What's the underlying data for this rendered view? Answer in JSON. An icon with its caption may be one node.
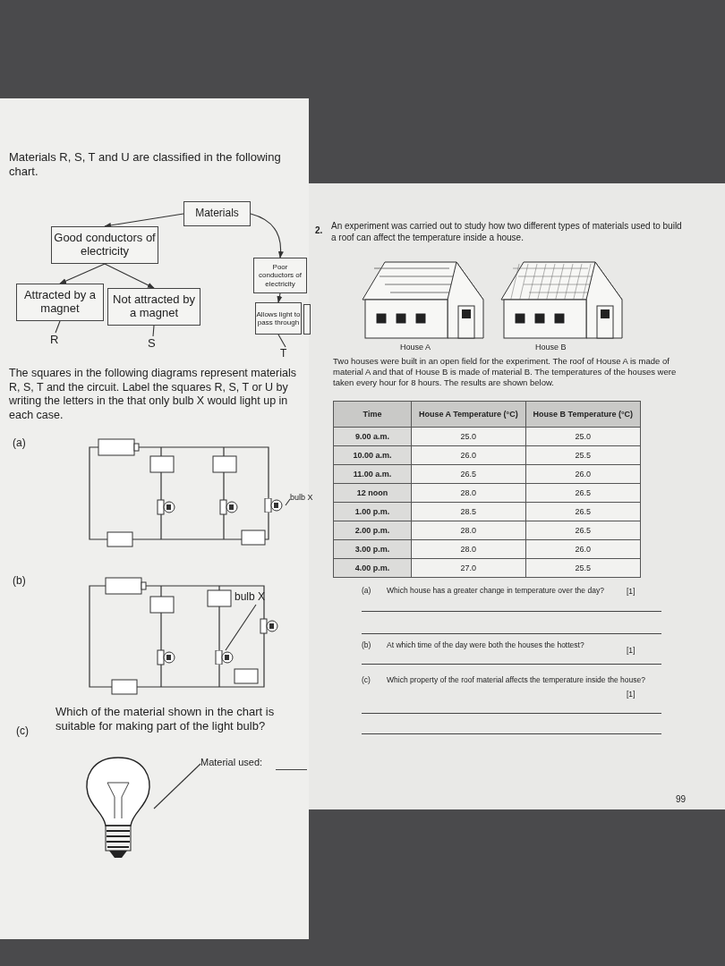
{
  "diagram": {
    "nodes": [
      {
        "text": [
          "Materials"
        ]
      },
      {
        "text": [
          "Good conductors of electricity"
        ]
      },
      {
        "text": [
          "Poor conductors of electricity"
        ]
      },
      {
        "text": [
          "Attracted by a magnet"
        ]
      },
      {
        "text": [
          "Not attracted by a magnet"
        ]
      },
      {
        "text": [
          "Allows light to pass through"
        ]
      },
      {
        "text": [],
        "shape": "box"
      },
      {
        "text": [
          "R"
        ]
      },
      {
        "text": [
          "S"
        ]
      },
      {
        "text": [
          "T"
        ]
      },
      {
        "text": [
          "bulb X"
        ]
      },
      {
        "text": [],
        "shape": "picture"
      },
      {
        "text": [
          "bulb X"
        ]
      },
      {
        "text": [],
        "shape": "picture"
      },
      {
        "text": [
          "Material used:"
        ]
      },
      {
        "text": [],
        "shape": "picture"
      }
    ],
    "edges": [
      {
        "from": 0,
        "to": 1,
        "arrow": "to"
      },
      {
        "from": 0,
        "to": 2,
        "arrow": "to"
      },
      {
        "from": 1,
        "to": 3,
        "arrow": "to"
      },
      {
        "from": 1,
        "to": 4,
        "arrow": "to"
      },
      {
        "from": 2,
        "to": 5,
        "arrow": "to"
      },
      {
        "from": 3,
        "to": 7,
        "arrow": "none"
      },
      {
        "from": 4,
        "to": 8,
        "arrow": "none"
      },
      {
        "from": 5,
        "to": 9,
        "arrow": "none"
      },
      {
        "from": 10,
        "to": 11,
        "arrow": "none"
      },
      {
        "from": 12,
        "to": 13,
        "arrow": "none"
      },
      {
        "from": 14,
        "to": 15,
        "arrow": "none"
      }
    ],
    "labels": [
      "Materials R, S, T and U are classified in the following chart.",
      "The squares in the following diagrams represent materials R, S, T and the circuit. Label the squares R, S, T or U by writing the letters in the that only bulb X would light up in each case.",
      "(a)",
      "(b)",
      "(c)",
      "Which of the material shown in the chart is suitable for making part of the light bulb?",
      "2.",
      "An experiment was carried out to study how two different types of materials used to build a roof can affect the temperature inside a house.",
      "House A",
      "House B",
      "Two houses were built in an open field for the experiment. The roof of House A is made of material A and that of House B is made of material B. The temperatures of the houses were taken every hour for 8 hours. The results are shown below.",
      "Time",
      "House A Temperature (°C)",
      "House B Temperature (°C)",
      "9.00 a.m.",
      "25.0",
      "25.0",
      "10.00 a.m.",
      "26.0",
      "25.5",
      "11.00 a.m.",
      "26.5",
      "26.0",
      "12 noon",
      "28.0",
      "26.5",
      "1.00 p.m.",
      "28.5",
      "26.5",
      "2.00 p.m.",
      "28.0",
      "26.5",
      "3.00 p.m.",
      "28.0",
      "26.0",
      "4.00 p.m.",
      "27.0",
      "25.5",
      "(a)",
      "Which house has a greater change in temperature over the day?",
      "[1]",
      "(b)",
      "At which time of the day were both the houses the hottest?",
      "[1]",
      "(c)",
      "Which property of the roof material affects the temperature inside the house?",
      "[1]",
      "99"
    ]
  }
}
